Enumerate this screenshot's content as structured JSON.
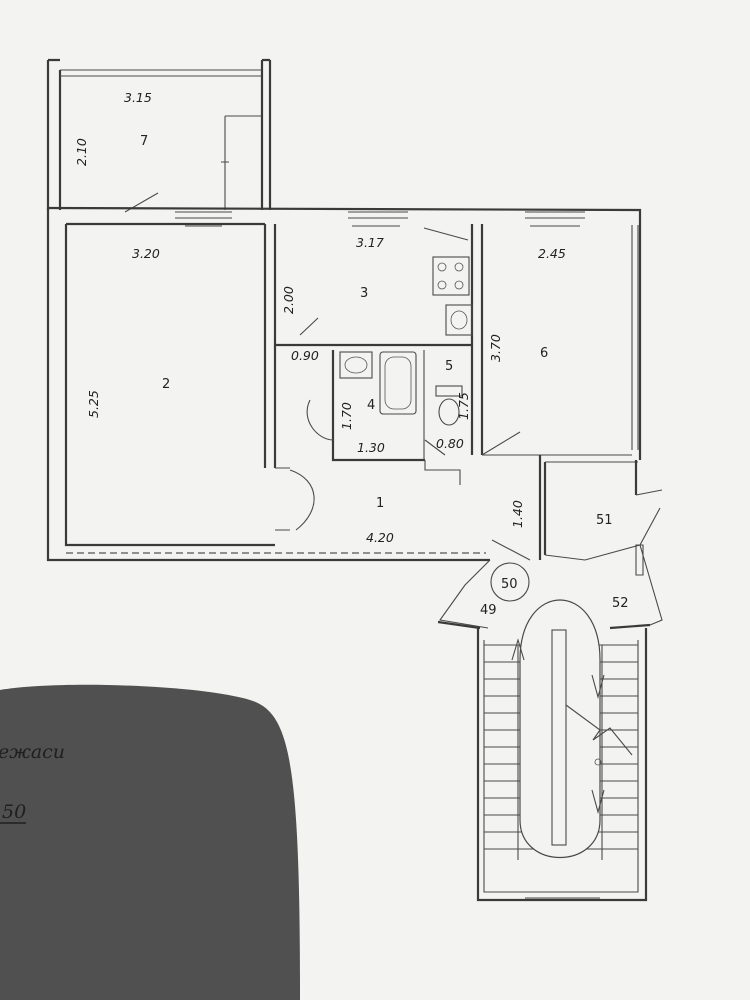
{
  "rooms": {
    "r1": "1",
    "r2": "2",
    "r3": "3",
    "r4": "4",
    "r5": "5",
    "r6": "6",
    "r7": "7",
    "r49": "49",
    "r50": "50",
    "r51": "51",
    "r52": "52"
  },
  "dimensions": {
    "d315": "3.15",
    "d210": "2.10",
    "d320": "3.20",
    "d525": "5.25",
    "d317": "3.17",
    "d200": "2.00",
    "d090": "0.90",
    "d170": "1.70",
    "d130": "1.30",
    "d175": "1.75",
    "d080": "0.80",
    "d245": "2.45",
    "d370": "3.70",
    "d140": "1.40",
    "d420": "4.20"
  },
  "caption": {
    "line1": "ежаси",
    "line2": "50"
  },
  "colors": {
    "paper": "#f3f3f1",
    "line": "#3a3a3a",
    "shadow": "#2c2c2c"
  }
}
